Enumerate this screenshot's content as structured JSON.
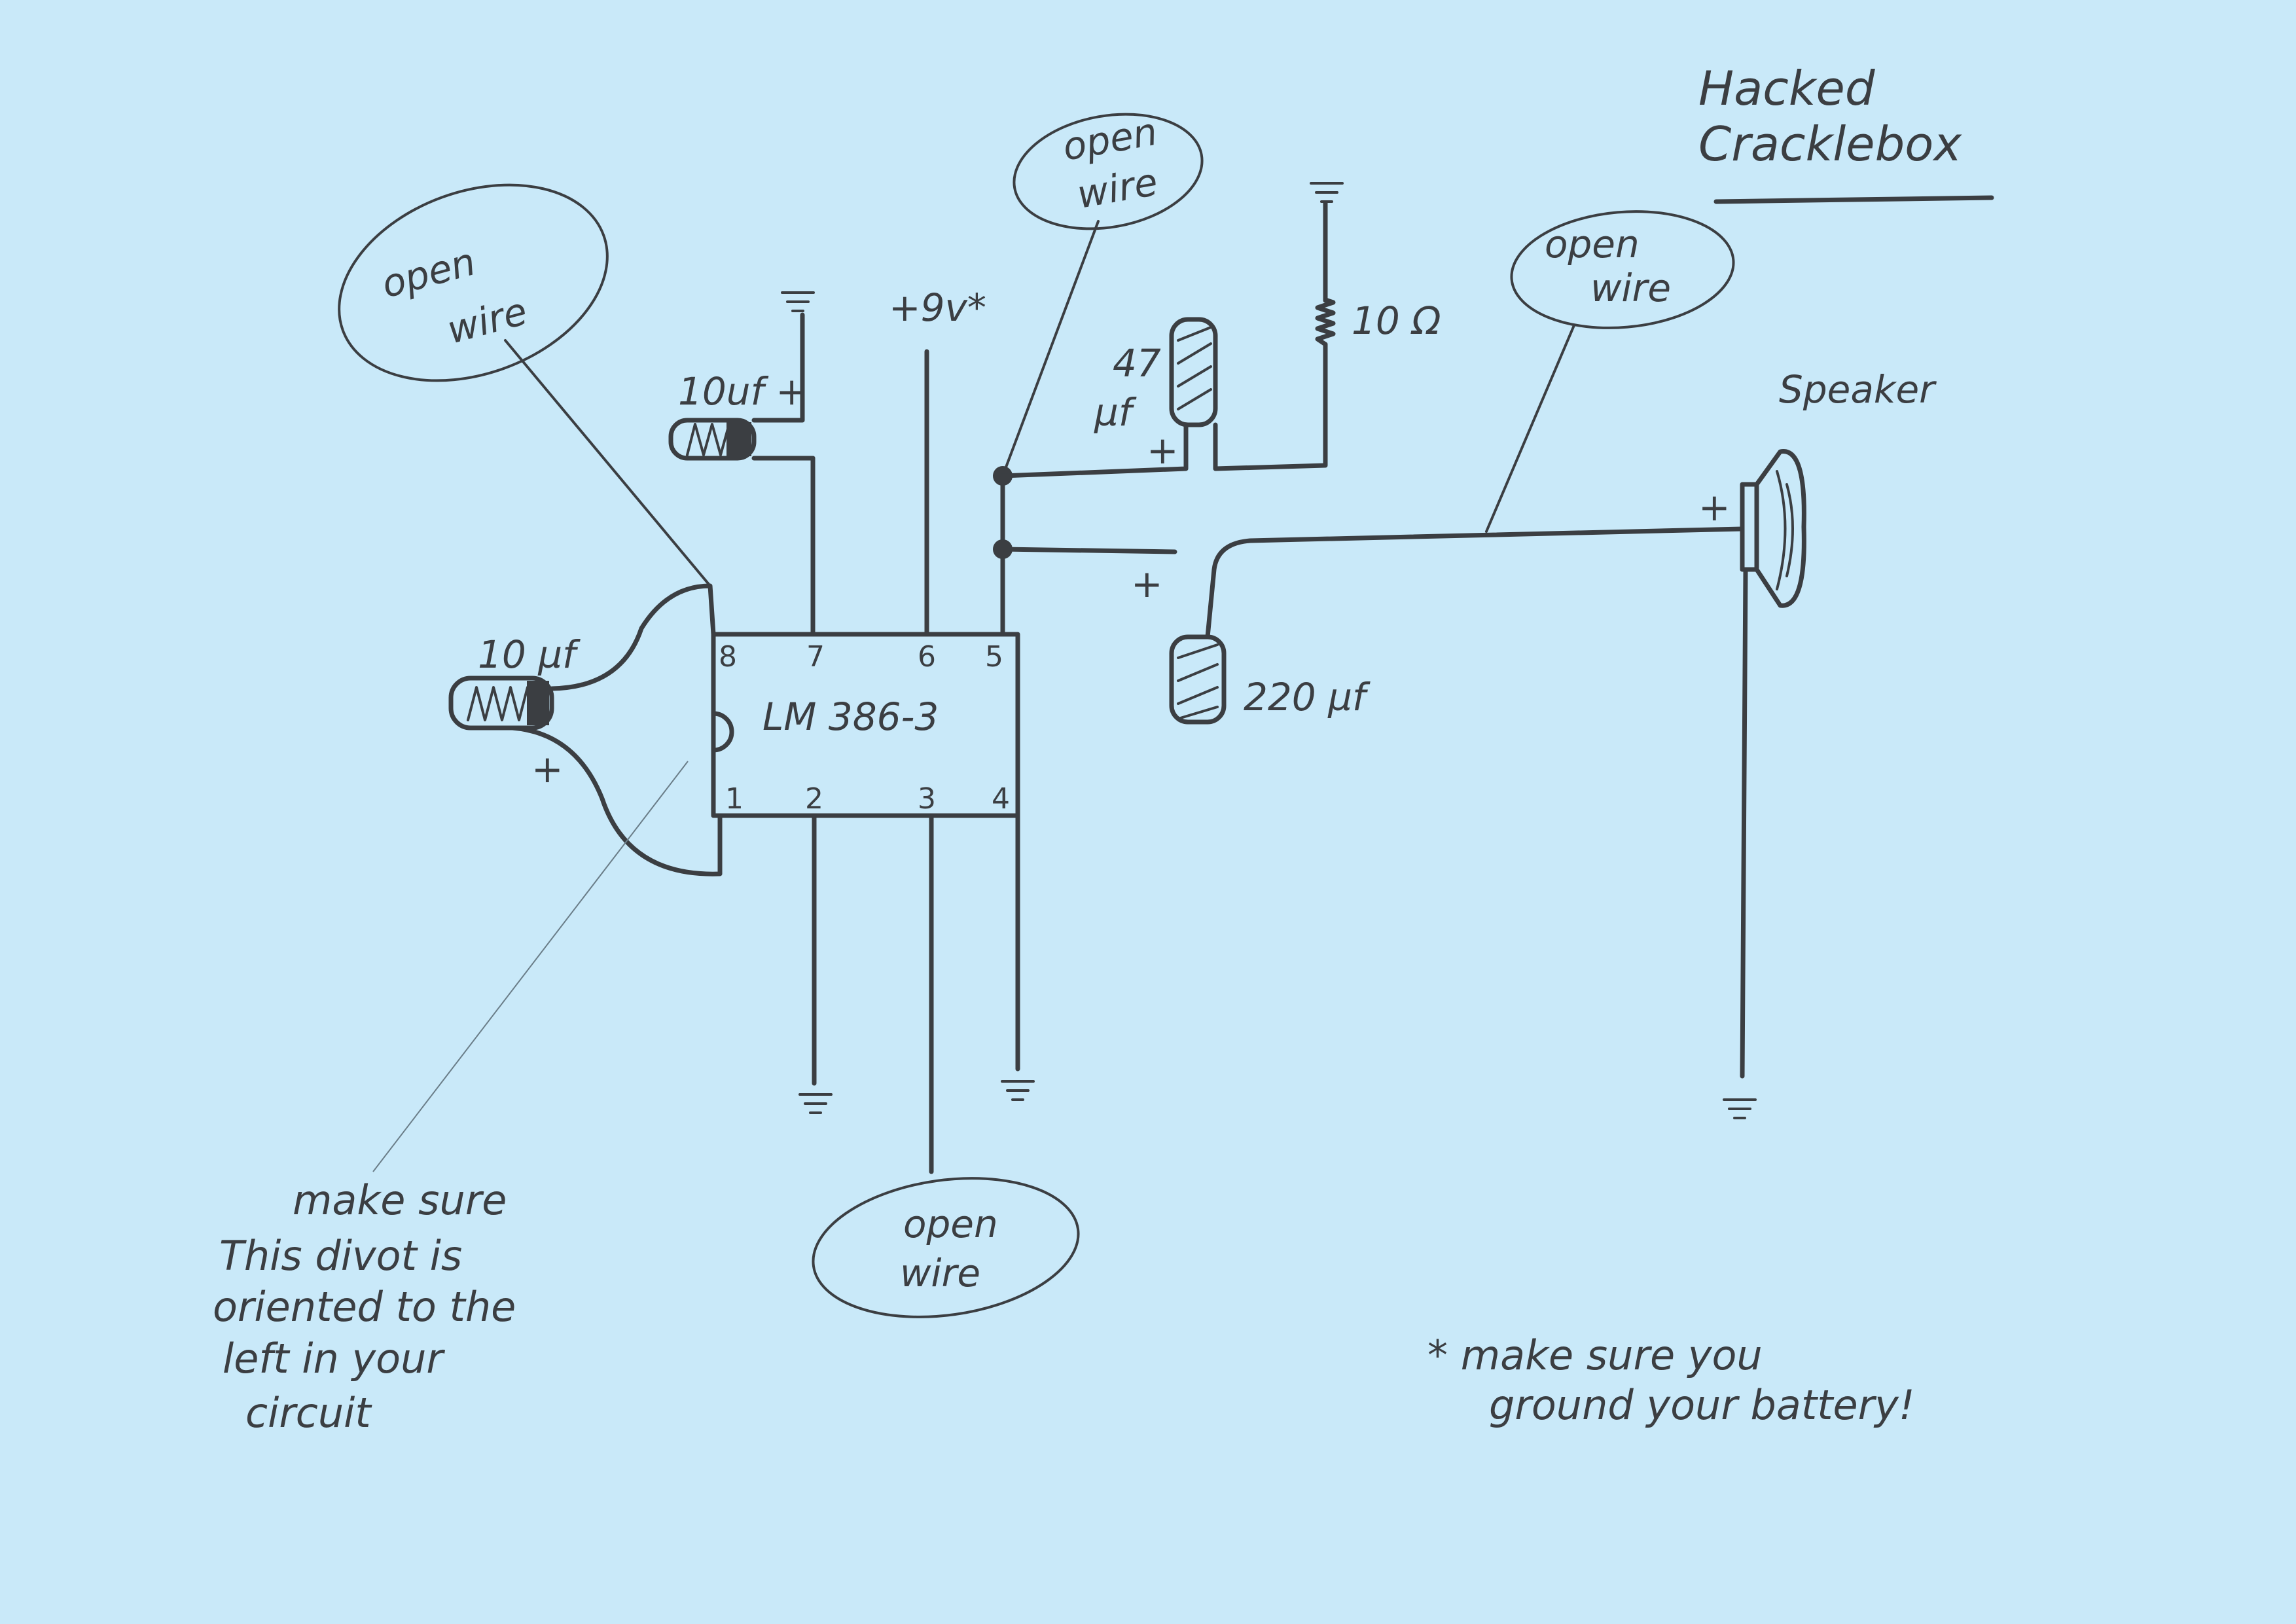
{
  "title": {
    "line1": "Hacked",
    "line2": "Cracklebox"
  },
  "ic": {
    "label": "LM 386-3",
    "pins_top": [
      "8",
      "7",
      "6",
      "5"
    ],
    "pins_bottom": [
      "1",
      "2",
      "3",
      "4"
    ]
  },
  "open_wire_labels": [
    {
      "line1": "open",
      "line2": "wire"
    },
    {
      "line1": "open",
      "line2": "wire"
    },
    {
      "line1": "open",
      "line2": "wire"
    },
    {
      "line1": "open",
      "line2": "wire"
    }
  ],
  "components": {
    "cap_pin7": "10uf +",
    "supply": "+9v*",
    "cap_47_a": "47",
    "cap_47_b": "µf",
    "cap_47_plus": "+",
    "resistor": "10 Ω",
    "cap_220_plus": "+",
    "cap_220": "220 µf",
    "cap_pin1_8": "10 µf",
    "cap_pin1_8_plus": "+",
    "speaker": "Speaker",
    "speaker_plus": "+"
  },
  "notes": {
    "divot": [
      "make sure",
      "This divot is",
      "oriented to the",
      "left in your",
      "circuit"
    ],
    "battery": [
      "* make sure you",
      "ground your battery!"
    ]
  },
  "colors": {
    "paper": "#c9e9f9",
    "ink": "#3b3e42"
  }
}
